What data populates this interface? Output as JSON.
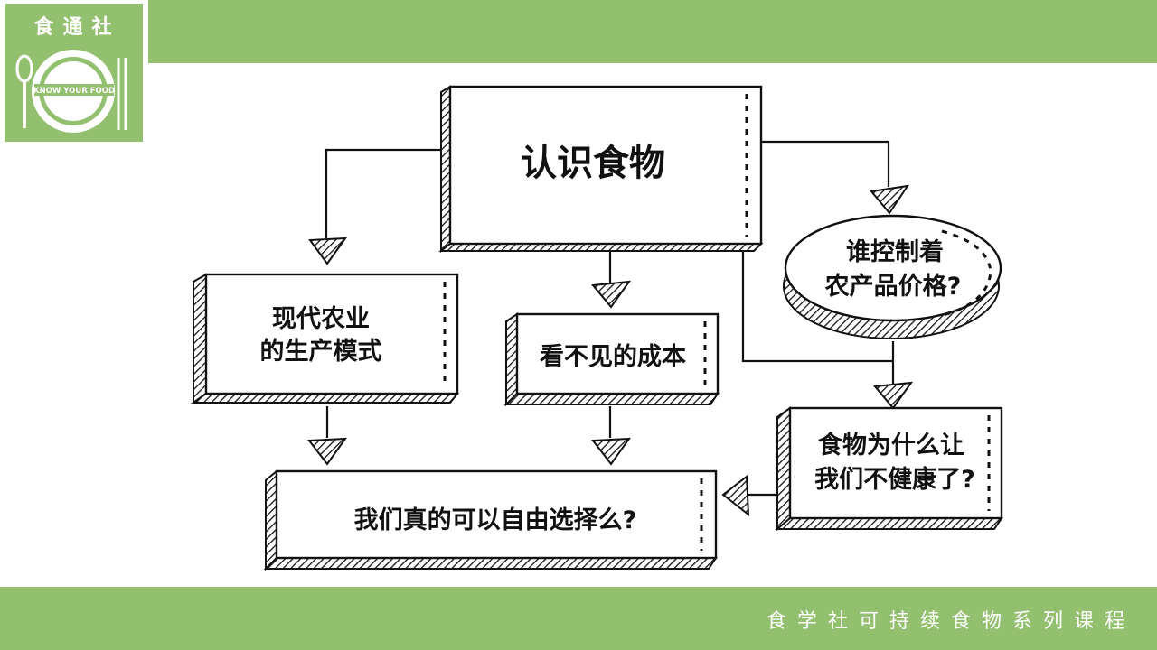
{
  "logo": {
    "title": "食通社",
    "tagline": "KNOW YOUR FOOD"
  },
  "footer": {
    "text": "食学社可持续食物系列课程"
  },
  "diagram": {
    "root": "认识食物",
    "modern_agriculture": [
      "现代农业",
      "的生产模式"
    ],
    "hidden_cost": "看不见的成本",
    "price_control": [
      "谁控制着",
      "农产品价格?"
    ],
    "unhealthy": [
      "食物为什么让",
      "我们不健康了?"
    ],
    "free_choice": "我们真的可以自由选择么?"
  },
  "colors": {
    "brand_green": "#93c06f",
    "ink": "#111111"
  }
}
